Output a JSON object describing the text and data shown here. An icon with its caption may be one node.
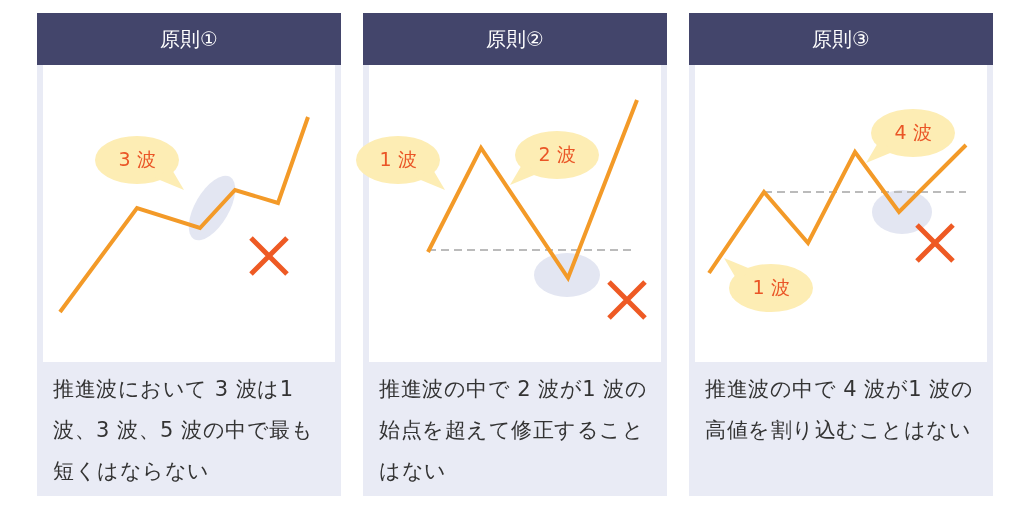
{
  "diagram": {
    "nodes": [
      {
        "text": [
          "原則①",
          "推進波において 3 波は1 波、3 波、5 波の中で最も短くはならない"
        ]
      },
      {
        "text": [
          "3 波"
        ],
        "in": 0
      },
      {
        "text": [
          "原則②",
          "推進波の中で 2 波が1 波の始点を超えて修正することはない"
        ]
      },
      {
        "text": [
          "1 波"
        ],
        "in": 2
      },
      {
        "text": [
          "2 波"
        ],
        "in": 2
      },
      {
        "text": [
          "原則③",
          "推進波の中で 4 波が1 波の高値を割り込むことはない"
        ]
      },
      {
        "text": [
          "4 波"
        ],
        "in": 5
      },
      {
        "text": [
          "1 波"
        ],
        "in": 5
      }
    ]
  }
}
